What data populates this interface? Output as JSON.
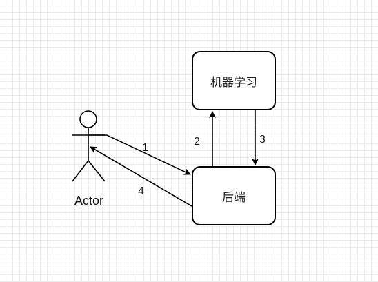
{
  "nodes": {
    "ml": "机器学习",
    "backend": "后端"
  },
  "actor": {
    "label": "Actor"
  },
  "edges": [
    {
      "label": "1",
      "from": "Actor",
      "to": "后端"
    },
    {
      "label": "2",
      "from": "后端",
      "to": "机器学习"
    },
    {
      "label": "3",
      "from": "机器学习",
      "to": "后端"
    },
    {
      "label": "4",
      "from": "后端",
      "to": "Actor"
    }
  ],
  "colors": {
    "stroke": "#000000",
    "background": "#ffffff",
    "grid": "#d9d9d9"
  }
}
